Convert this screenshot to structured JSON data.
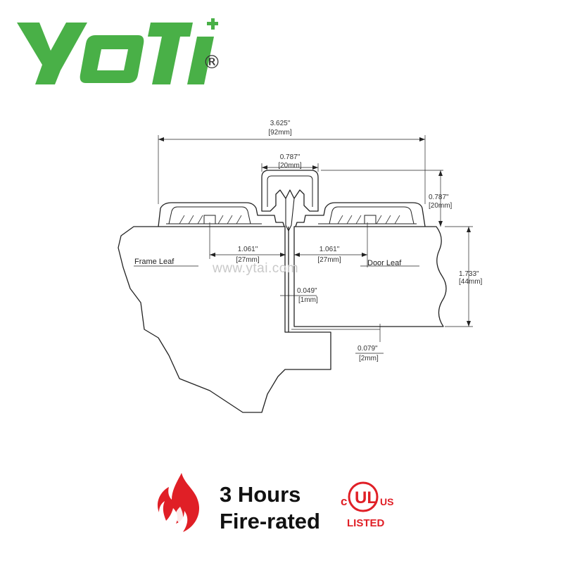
{
  "brand": {
    "logo_text": "YOTI",
    "registered_mark": "®",
    "color": "#49b047"
  },
  "diagram": {
    "dimensions": {
      "overall_width": {
        "in": "3.625\"",
        "mm": "[92mm]"
      },
      "knuckle_width": {
        "in": "0.787\"",
        "mm": "[20mm]"
      },
      "knuckle_height": {
        "in": "0.787\"",
        "mm": "[20mm]"
      },
      "frame_leaf_width": {
        "in": "1.061\"",
        "mm": "[27mm]"
      },
      "door_leaf_width": {
        "in": "1.061\"",
        "mm": "[27mm]"
      },
      "door_thickness": {
        "in": "1.733\"",
        "mm": "[44mm]"
      },
      "gap_side": {
        "in": "0.049\"",
        "mm": "[1mm]"
      },
      "gap_bottom": {
        "in": "0.079\"",
        "mm": "[2mm]"
      }
    },
    "labels": {
      "frame_leaf": "Frame Leaf",
      "door_leaf": "Door Leaf"
    },
    "watermark": "www.ytai.com"
  },
  "footer": {
    "rating_line1": "3 Hours",
    "rating_line2": "Fire-rated",
    "fire_icon": "flame-icon",
    "fire_color": "#e01f26",
    "certification": {
      "c": "c",
      "ul": "UL",
      "us": "US",
      "listed": "LISTED",
      "color": "#e01f26"
    }
  }
}
